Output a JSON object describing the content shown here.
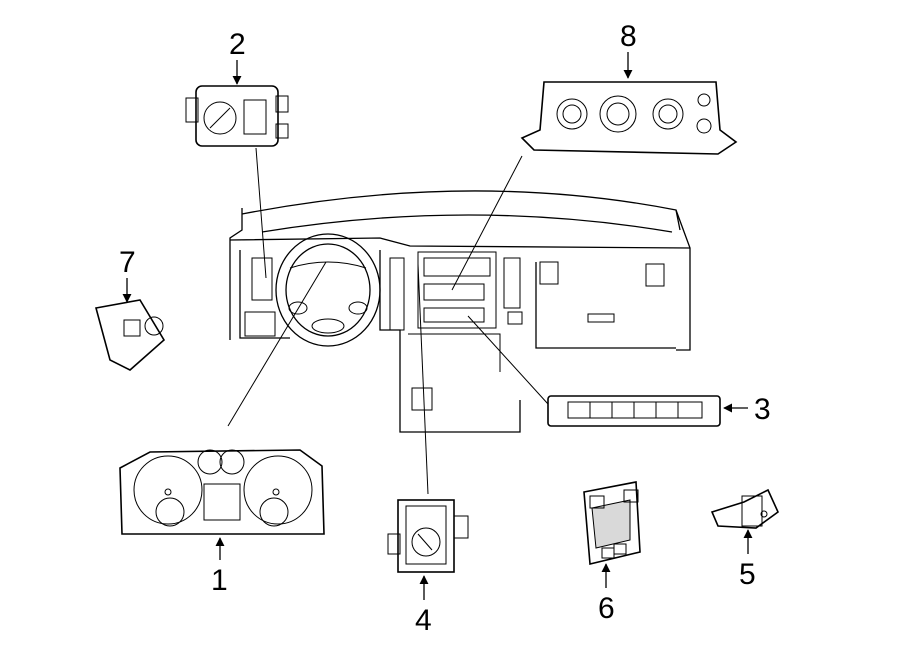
{
  "callouts": {
    "c1": "1",
    "c2": "2",
    "c3": "3",
    "c4": "4",
    "c5": "5",
    "c6": "6",
    "c7": "7",
    "c8": "8"
  },
  "icons": [
    "arrow-icon"
  ]
}
